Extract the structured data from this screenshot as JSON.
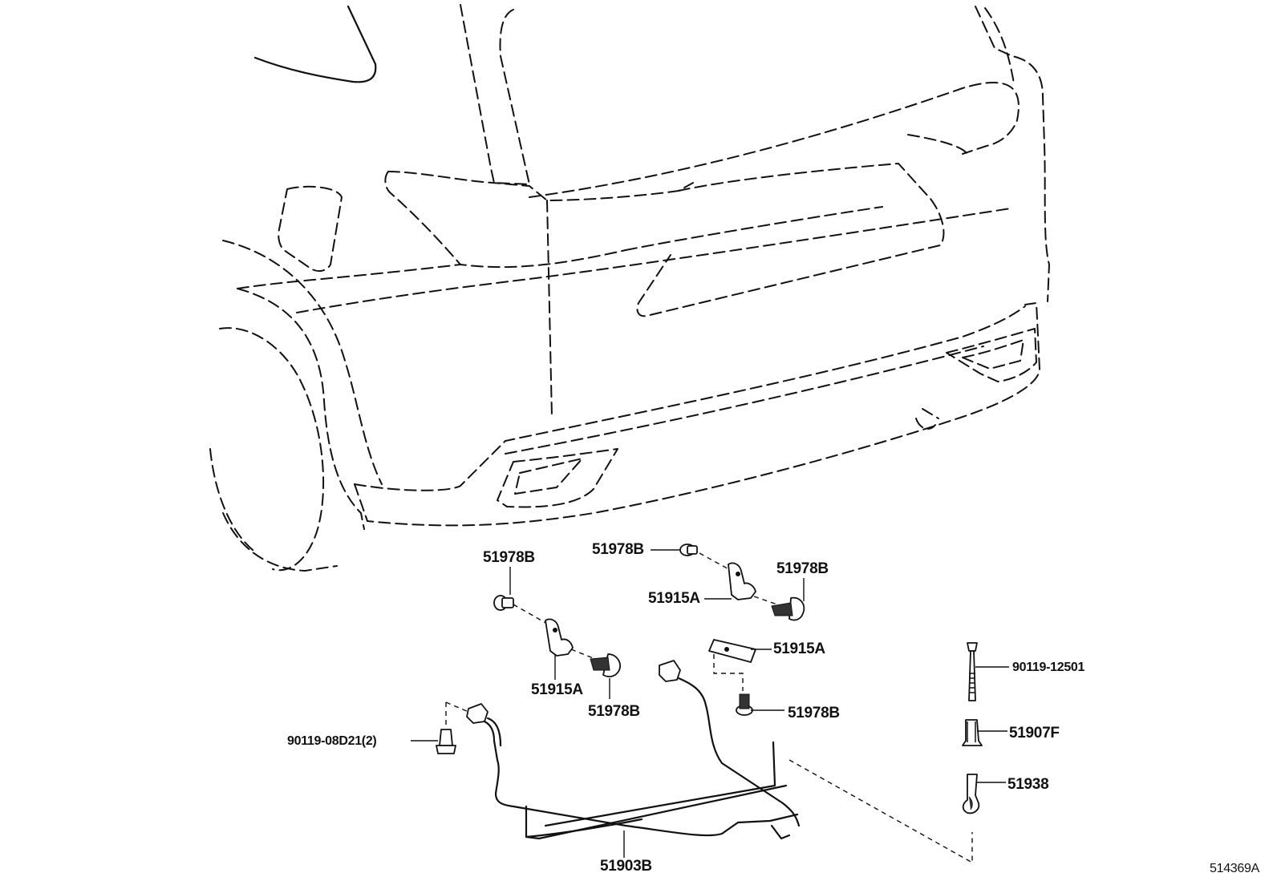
{
  "labels": {
    "clip_top_left": "51978B",
    "clip_top_mid": "51978B",
    "clip_top_right": "51978B",
    "bracket_upper": "51915A",
    "bracket_lower_left": "51915A",
    "bracket_plate": "51915A",
    "clip_lower_mid": "51978B",
    "clip_lower_right": "51978B",
    "bolt_left": "90119-08D21(2)",
    "bolt_right": "90119-12501",
    "pin": "51907F",
    "hook": "51938",
    "frame": "51903B"
  },
  "diagram_ref": "514369A"
}
